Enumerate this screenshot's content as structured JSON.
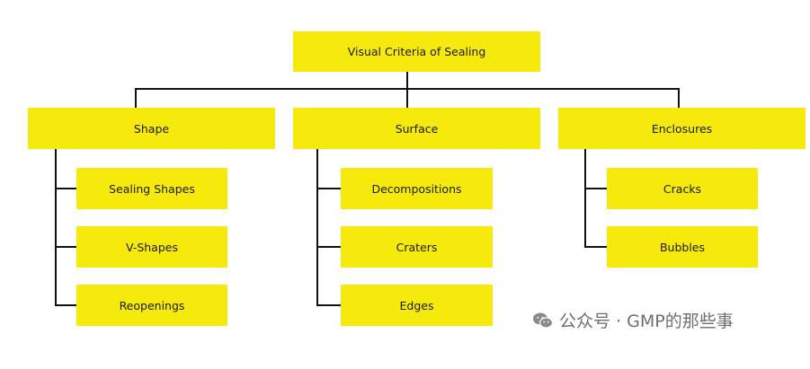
{
  "root": {
    "label": "Visual Criteria of Sealing"
  },
  "branches": [
    {
      "label": "Shape",
      "children": [
        "Sealing Shapes",
        "V-Shapes",
        "Reopenings"
      ]
    },
    {
      "label": "Surface",
      "children": [
        "Decompositions",
        "Craters",
        "Edges"
      ]
    },
    {
      "label": "Enclosures",
      "children": [
        "Cracks",
        "Bubbles"
      ]
    }
  ],
  "watermark": {
    "text": "公众号 · GMP的那些事",
    "icon": "wechat-icon"
  },
  "colors": {
    "box": "#f5ea0c",
    "line": "#111111",
    "watermark": "#6e6e6e"
  }
}
